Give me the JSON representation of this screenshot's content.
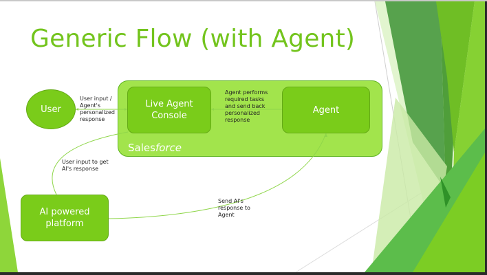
{
  "slide": {
    "title": "Generic Flow (with Agent)",
    "nodes": {
      "user": "User",
      "live_agent_console": "Live Agent Console",
      "agent": "Agent",
      "ai_platform": "AI powered platform",
      "container_label_prefix": "Sales",
      "container_label_italic": "force"
    },
    "edge_labels": {
      "user_console": "User input /\nAgent's\npersonalized\nresponse",
      "agent_console": "Agent performs\nrequired tasks\nand send back\npersonalized\nresponse",
      "console_ai": "User input to get\nAI's response",
      "ai_agent": "Send AI's\nresponse to\nAgent"
    }
  },
  "colors": {
    "title": "#73c41d",
    "container_fill": "#a2e44c",
    "box_fill": "#7acc1a",
    "connector": "#8fd64a"
  }
}
